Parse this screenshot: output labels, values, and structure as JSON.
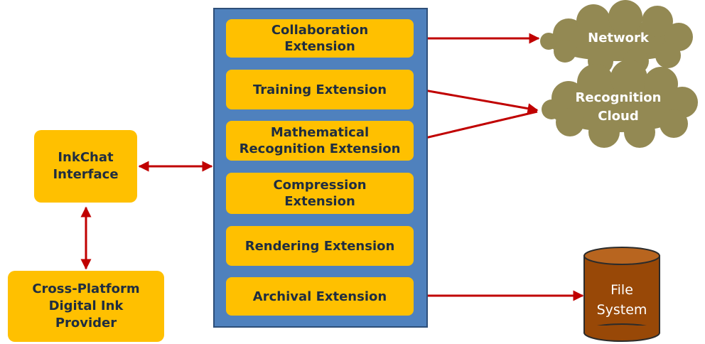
{
  "colors": {
    "box_fill": "#ffc000",
    "panel_fill": "#4f81bd",
    "arrow": "#c00000",
    "cloud_fill": "#938953",
    "cylinder_fill": "#984807"
  },
  "client": {
    "interface": "InkChat\nInterface",
    "provider": "Cross-Platform\nDigital Ink\nProvider"
  },
  "extensions": [
    "Collaboration\nExtension",
    "Training Extension",
    "Mathematical\nRecognition Extension",
    "Compression\nExtension",
    "Rendering Extension",
    "Archival Extension"
  ],
  "services": {
    "network": "Network",
    "recognition_cloud": "Recognition\nCloud",
    "file_system": "File\nSystem"
  }
}
